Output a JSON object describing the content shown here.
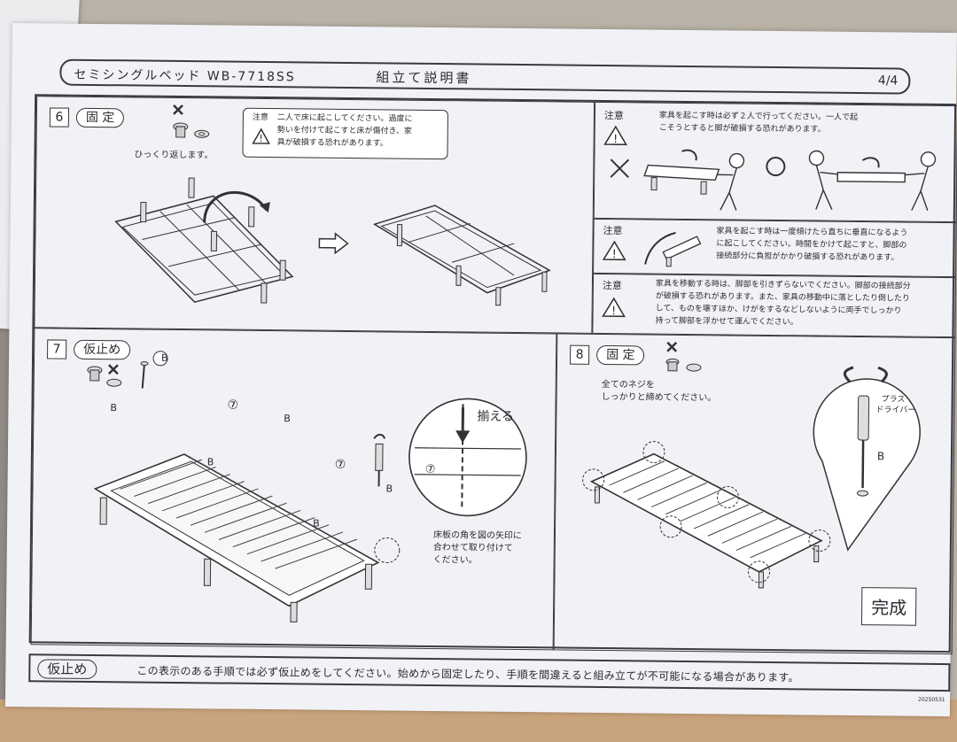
{
  "header": {
    "model": "セミシングルベッド  WB-7718SS",
    "doc_title": "組立て説明書",
    "page": "4/4"
  },
  "step6": {
    "number": "6",
    "label": "固 定",
    "caption": "ひっくり返します。",
    "note_title": "注意",
    "note_line1": "二人で床に起こしてください。過度に",
    "note_line2": "勢いを付けて起こすと床が傷付き、家",
    "note_line3": "具が破損する恐れがあります。"
  },
  "cautions": [
    {
      "title": "注意",
      "line1": "家具を起こす時は必ず２人で行ってください。一人で起",
      "line2": "こそうとすると脚が破損する恐れがあります。"
    },
    {
      "title": "注意",
      "line1": "家具を起こす時は一度傾けたら直ちに垂直になるよう",
      "line2": "に起こしてください。時間をかけて起こすと、脚部の",
      "line3": "接続部分に負担がかかり破損する恐れがあります。"
    },
    {
      "title": "注意",
      "line1": "家具を移動する時は、脚部を引きずらないでください。脚部の接続部分",
      "line2": "が破損する恐れがあります。また、家具の移動中に落としたり倒したり",
      "line3": "して、ものを壊すほか、けがをするなどしないように両手でしっかり",
      "line4": "持って脚部を浮かせて運んでください。"
    }
  ],
  "step7": {
    "number": "7",
    "label": "仮止め",
    "part_b": "B",
    "part_7": "⑦",
    "align_label": "揃える",
    "note_line1": "床板の角を図の矢印に",
    "note_line2": "合わせて取り付けて",
    "note_line3": "ください。"
  },
  "step8": {
    "number": "8",
    "label": "固 定",
    "note_line1": "全てのネジを",
    "note_line2": "しっかりと締めてください。",
    "tool_line1": "プラス",
    "tool_line2": "ドライバー",
    "part_b": "B",
    "done": "完成"
  },
  "footer": {
    "label": "仮止め",
    "text": "この表示のある手順では必ず仮止めをしてください。始めから固定したり、手順を間違えると組み立てが不可能になる場合があります。",
    "doc_code": "20250531"
  },
  "colors": {
    "paper": "#f1f2f6",
    "ink": "#2b2b33",
    "cutting_mat": "#c9a37b"
  }
}
